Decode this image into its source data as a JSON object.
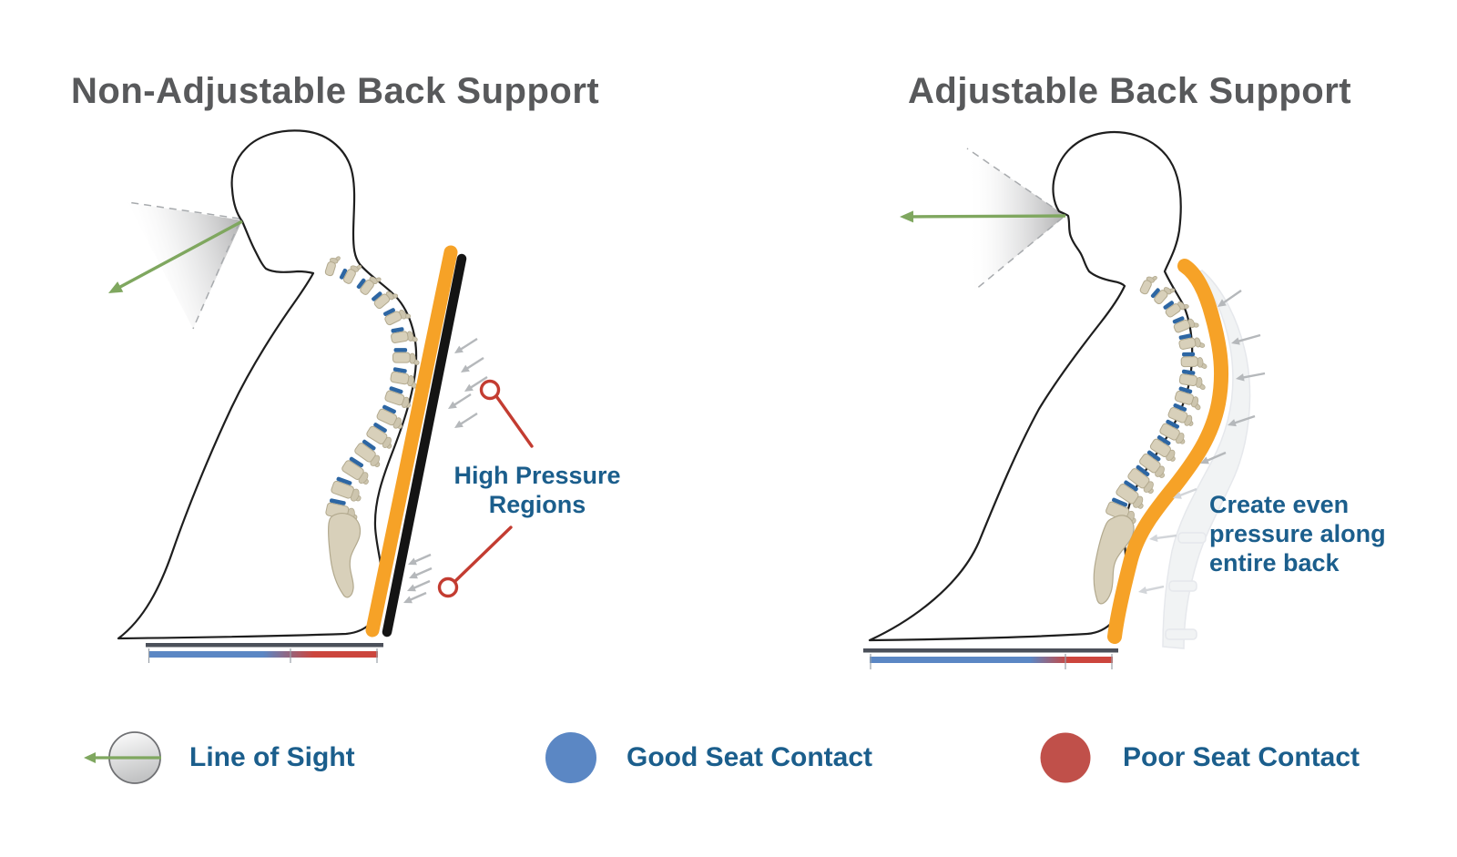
{
  "diagram": {
    "left_panel": {
      "title": "Non-Adjustable Back Support",
      "annotation_line1": "High Pressure",
      "annotation_line2": "Regions"
    },
    "right_panel": {
      "title": "Adjustable Back Support",
      "annotation_line1": "Create even",
      "annotation_line2": "pressure along",
      "annotation_line3": "entire back"
    },
    "legend": {
      "line_of_sight_label": "Line of Sight",
      "good_seat_label": "Good Seat Contact",
      "poor_seat_label": "Poor Seat Contact"
    },
    "colors": {
      "title_text": "#58595b",
      "annotation_text": "#1b5e8c",
      "backrest_cushion_orange": "#f6a227",
      "backrest_frame_black": "#141414",
      "line_of_sight_green": "#7fa75f",
      "good_contact_blue": "#5b87c4",
      "poor_contact_red": "#c0504a",
      "seat_gradient_red": "#cc453d",
      "callout_red": "#c33c31",
      "pressure_arrow_gray": "#b5b8bb",
      "faint_arrow_gray": "#d2d5d9",
      "spine_bone": "#d8d0ba",
      "spine_bone_edge": "#b2a98e",
      "spine_process": "#cdc5ae",
      "spine_disc_blue": "#2d66a3",
      "seat_bar_gray": "#4b505a",
      "body_outline": "#1e1e1e",
      "cone_edge_gray": "#a7aaad"
    }
  }
}
